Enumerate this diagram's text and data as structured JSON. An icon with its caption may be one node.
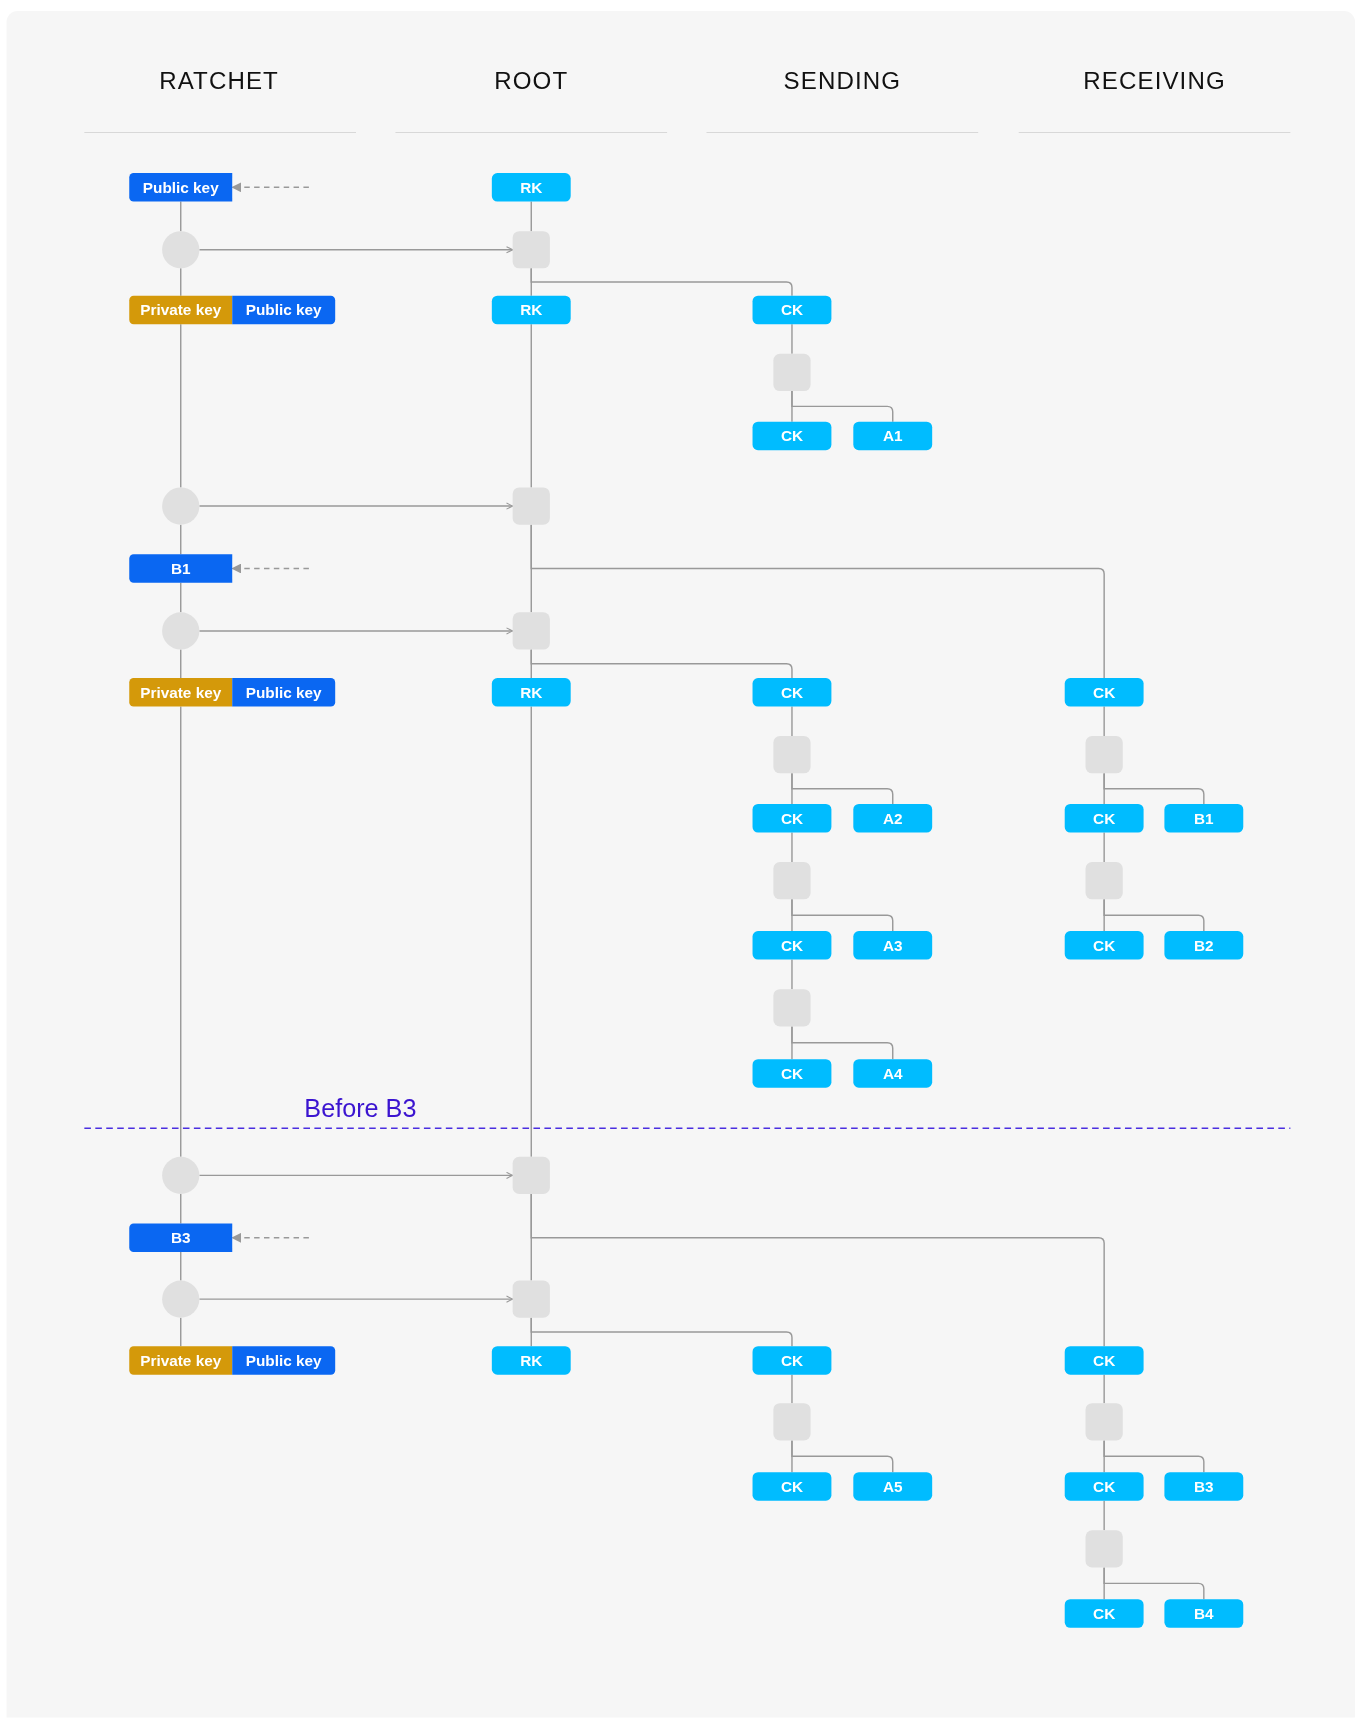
{
  "diagram": {
    "nodes": [
      {
        "text": [
          "Public key"
        ]
      },
      {
        "text": [
          "RK"
        ]
      },
      {
        "text": [],
        "shape": "circle"
      },
      {
        "text": [],
        "shape": "box"
      },
      {
        "text": [
          "Private key"
        ]
      },
      {
        "text": [
          "Public key"
        ]
      },
      {
        "text": [
          "RK"
        ]
      },
      {
        "text": [
          "CK"
        ]
      },
      {
        "text": [],
        "shape": "box"
      },
      {
        "text": [
          "CK"
        ]
      },
      {
        "text": [
          "A1"
        ]
      },
      {
        "text": [],
        "shape": "circle"
      },
      {
        "text": [],
        "shape": "box"
      },
      {
        "text": [
          "B1"
        ]
      },
      {
        "text": [],
        "shape": "circle"
      },
      {
        "text": [],
        "shape": "box"
      },
      {
        "text": [
          "Private key"
        ]
      },
      {
        "text": [
          "Public key"
        ]
      },
      {
        "text": [
          "RK"
        ]
      },
      {
        "text": [
          "CK"
        ]
      },
      {
        "text": [
          "CK"
        ]
      },
      {
        "text": [],
        "shape": "box"
      },
      {
        "text": [
          "CK"
        ]
      },
      {
        "text": [
          "A2"
        ]
      },
      {
        "text": [],
        "shape": "box"
      },
      {
        "text": [
          "CK"
        ]
      },
      {
        "text": [
          "B1"
        ]
      },
      {
        "text": [],
        "shape": "box"
      },
      {
        "text": [
          "CK"
        ]
      },
      {
        "text": [
          "A3"
        ]
      },
      {
        "text": [],
        "shape": "box"
      },
      {
        "text": [
          "CK"
        ]
      },
      {
        "text": [
          "B2"
        ]
      },
      {
        "text": [],
        "shape": "box"
      },
      {
        "text": [
          "CK"
        ]
      },
      {
        "text": [
          "A4"
        ]
      },
      {
        "text": [],
        "shape": "circle"
      },
      {
        "text": [],
        "shape": "box"
      },
      {
        "text": [
          "B3"
        ]
      },
      {
        "text": [],
        "shape": "circle"
      },
      {
        "text": [],
        "shape": "box"
      },
      {
        "text": [
          "Private key"
        ]
      },
      {
        "text": [
          "Public key"
        ]
      },
      {
        "text": [
          "RK"
        ]
      },
      {
        "text": [
          "CK"
        ]
      },
      {
        "text": [
          "CK"
        ]
      },
      {
        "text": [],
        "shape": "box"
      },
      {
        "text": [
          "CK"
        ]
      },
      {
        "text": [
          "A5"
        ]
      },
      {
        "text": [],
        "shape": "box"
      },
      {
        "text": [
          "CK"
        ]
      },
      {
        "text": [
          "B3"
        ]
      },
      {
        "text": [],
        "shape": "box"
      },
      {
        "text": [
          "CK"
        ]
      },
      {
        "text": [
          "B4"
        ]
      }
    ],
    "edges": [
      {
        "from": null,
        "to": 0,
        "arrow": "to",
        "style": "dashed"
      },
      {
        "from": 0,
        "to": 2,
        "arrow": "none"
      },
      {
        "from": 1,
        "to": 3,
        "arrow": "none"
      },
      {
        "from": 2,
        "to": 3,
        "arrow": "to"
      },
      {
        "from": 2,
        "to": 4,
        "arrow": "none"
      },
      {
        "from": 3,
        "to": 6,
        "arrow": "none"
      },
      {
        "from": 3,
        "to": 7,
        "arrow": "none"
      },
      {
        "from": 7,
        "to": 8,
        "arrow": "none"
      },
      {
        "from": 8,
        "to": 9,
        "arrow": "none"
      },
      {
        "from": 8,
        "to": 10,
        "arrow": "none"
      },
      {
        "from": 4,
        "to": 11,
        "arrow": "none"
      },
      {
        "from": 6,
        "to": 12,
        "arrow": "none"
      },
      {
        "from": 11,
        "to": 12,
        "arrow": "to"
      },
      {
        "from": 11,
        "to": 13,
        "arrow": "none"
      },
      {
        "from": null,
        "to": 13,
        "arrow": "to",
        "style": "dashed"
      },
      {
        "from": 12,
        "to": 15,
        "arrow": "none"
      },
      {
        "from": 12,
        "to": 20,
        "arrow": "none"
      },
      {
        "from": 13,
        "to": 14,
        "arrow": "none"
      },
      {
        "from": 14,
        "to": 15,
        "arrow": "to"
      },
      {
        "from": 14,
        "to": 16,
        "arrow": "none"
      },
      {
        "from": 15,
        "to": 18,
        "arrow": "none"
      },
      {
        "from": 15,
        "to": 19,
        "arrow": "none"
      },
      {
        "from": 19,
        "to": 21,
        "arrow": "none"
      },
      {
        "from": 21,
        "to": 22,
        "arrow": "none"
      },
      {
        "from": 21,
        "to": 23,
        "arrow": "none"
      },
      {
        "from": 20,
        "to": 24,
        "arrow": "none"
      },
      {
        "from": 24,
        "to": 25,
        "arrow": "none"
      },
      {
        "from": 24,
        "to": 26,
        "arrow": "none"
      },
      {
        "from": 22,
        "to": 27,
        "arrow": "none"
      },
      {
        "from": 27,
        "to": 28,
        "arrow": "none"
      },
      {
        "from": 27,
        "to": 29,
        "arrow": "none"
      },
      {
        "from": 25,
        "to": 30,
        "arrow": "none"
      },
      {
        "from": 30,
        "to": 31,
        "arrow": "none"
      },
      {
        "from": 30,
        "to": 32,
        "arrow": "none"
      },
      {
        "from": 28,
        "to": 33,
        "arrow": "none"
      },
      {
        "from": 33,
        "to": 34,
        "arrow": "none"
      },
      {
        "from": 33,
        "to": 35,
        "arrow": "none"
      },
      {
        "from": 16,
        "to": 36,
        "arrow": "none"
      },
      {
        "from": 18,
        "to": 37,
        "arrow": "none"
      },
      {
        "from": 36,
        "to": 37,
        "arrow": "to"
      },
      {
        "from": 36,
        "to": 38,
        "arrow": "none"
      },
      {
        "from": null,
        "to": 38,
        "arrow": "to",
        "style": "dashed"
      },
      {
        "from": 37,
        "to": 40,
        "arrow": "none"
      },
      {
        "from": 37,
        "to": 45,
        "arrow": "none"
      },
      {
        "from": 38,
        "to": 39,
        "arrow": "none"
      },
      {
        "from": 39,
        "to": 40,
        "arrow": "to"
      },
      {
        "from": 39,
        "to": 41,
        "arrow": "none"
      },
      {
        "from": 40,
        "to": 43,
        "arrow": "none"
      },
      {
        "from": 40,
        "to": 44,
        "arrow": "none"
      },
      {
        "from": 44,
        "to": 46,
        "arrow": "none"
      },
      {
        "from": 46,
        "to": 47,
        "arrow": "none"
      },
      {
        "from": 46,
        "to": 48,
        "arrow": "none"
      },
      {
        "from": 45,
        "to": 49,
        "arrow": "none"
      },
      {
        "from": 49,
        "to": 50,
        "arrow": "none"
      },
      {
        "from": 49,
        "to": 51,
        "arrow": "none"
      },
      {
        "from": 50,
        "to": 52,
        "arrow": "none"
      },
      {
        "from": 52,
        "to": 53,
        "arrow": "none"
      },
      {
        "from": 52,
        "to": 54,
        "arrow": "none"
      }
    ],
    "labels": [
      "RATCHET",
      "ROOT",
      "SENDING",
      "RECEIVING",
      "Before B3"
    ]
  }
}
